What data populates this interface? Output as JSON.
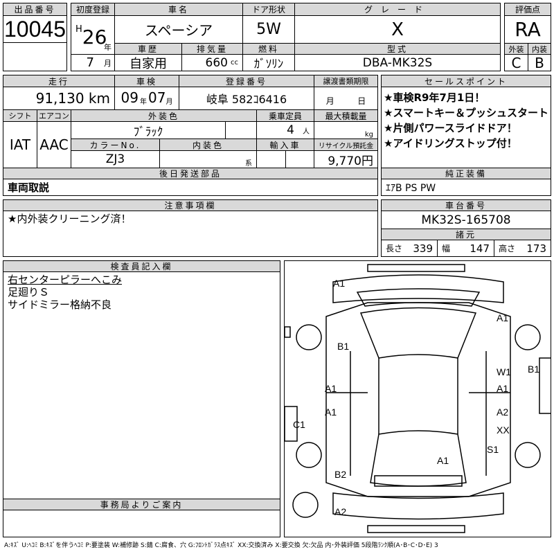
{
  "lot": {
    "label": "出品番号",
    "value": "10045"
  },
  "first_reg": {
    "label": "初度登録",
    "era": "H",
    "year": "26",
    "year_unit": "年",
    "month": "7",
    "month_unit": "月"
  },
  "car_name": {
    "label": "車名",
    "value": "スペーシア"
  },
  "door": {
    "label": "ドア形状",
    "value": "5W"
  },
  "grade": {
    "label": "グレード",
    "value": "X"
  },
  "history": {
    "label": "車歴",
    "value": "自家用"
  },
  "displacement": {
    "label": "排気量",
    "value": "660",
    "unit": "cc"
  },
  "fuel": {
    "label": "燃料",
    "value": "ｶﾞｿﾘﾝ"
  },
  "model": {
    "label": "型式",
    "value": "DBA-MK32S"
  },
  "score": {
    "label": "評価点",
    "value": "RA",
    "ext_label": "外装",
    "int_label": "内装",
    "ext": "C",
    "int": "B"
  },
  "mileage": {
    "label": "走行",
    "value": "91,130 km"
  },
  "inspection": {
    "label": "車検",
    "year": "09",
    "year_unit": "年",
    "month": "07",
    "month_unit": "月"
  },
  "plate": {
    "label": "登録番号",
    "value": "岐阜 582ｺ6416"
  },
  "transfer": {
    "label": "譲渡書類期限",
    "month_unit": "月",
    "day_unit": "日"
  },
  "shift": {
    "label": "シフト",
    "value": "IAT"
  },
  "ac": {
    "label": "エアコン",
    "value": "AAC"
  },
  "ext_color": {
    "label": "外装色",
    "value": "ﾌﾞﾗｯｸ"
  },
  "capacity": {
    "label": "乗車定員",
    "value": "4",
    "unit": "人"
  },
  "max_load": {
    "label": "最大積載量",
    "unit": "kg"
  },
  "color_no": {
    "label": "カラーNo.",
    "value": "ZJ3"
  },
  "int_color": {
    "label": "内装色",
    "unit": "系"
  },
  "import": {
    "label": "輸入車"
  },
  "recycle": {
    "label": "リサイクル預託金",
    "value": "9,770円"
  },
  "parts": {
    "label": "後日発送部品",
    "value": "車両取説"
  },
  "sales": {
    "label": "セールスポイント",
    "items": [
      "★車検R9年7月1日！",
      "★スマートキー＆プッシュスタート",
      "★片側パワースライドドア！",
      "★アイドリングストップ付！"
    ]
  },
  "equipment": {
    "label": "純正装備",
    "value": "ｴｱB PS PW"
  },
  "caution": {
    "label": "注意事項欄",
    "value": "★内外装クリーニング済！"
  },
  "chassis": {
    "label": "車台番号",
    "value": "MK32S-165708"
  },
  "specs": {
    "label": "諸元",
    "length_label": "長さ",
    "length": "339",
    "width_label": "幅",
    "width": "147",
    "height_label": "高さ",
    "height": "173"
  },
  "inspector": {
    "label": "検査員記入欄",
    "lines": [
      "右センターピラーへこみ",
      "足廻りＳ",
      "サイドミラー格納不良"
    ]
  },
  "office": {
    "label": "事務局よりご案内"
  },
  "diagram_marks": [
    "A1",
    "A1",
    "B1",
    "W1",
    "A1",
    "B1",
    "A1",
    "A1",
    "A2",
    "XX",
    "C1",
    "S1",
    "A1",
    "B2",
    "A2"
  ],
  "legend": "A:ｷｽﾞ U:ﾍｺﾐ B:ｷｽﾞを伴うﾍｺﾐ P:要塗装 W:補修跡 S:錆 C:腐食、穴 G:ﾌﾛﾝﾄｶﾞﾗｽ点ｷｽﾞ XX:交換済み X:要交換 欠:欠品 内･外装評価 5段階ﾗﾝｸ順(A･B･C･D･E) 3"
}
